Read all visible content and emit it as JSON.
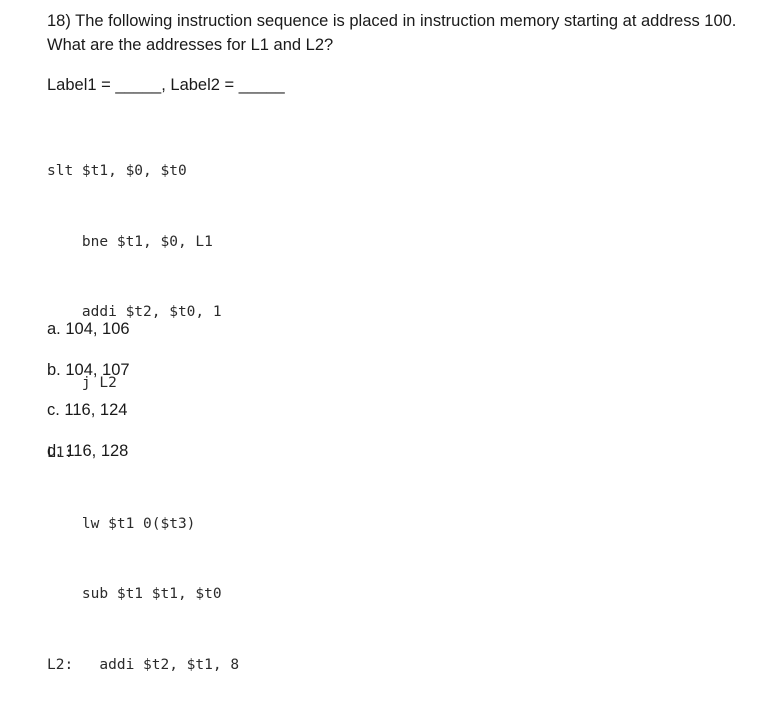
{
  "question": {
    "text": "18) The following instruction sequence is placed in instruction memory starting at address 100. What are the addresses for L1 and L2?"
  },
  "answer_line": {
    "text": "Label1 = _____, Label2 = _____"
  },
  "code": {
    "lines": [
      "slt $t1, $0, $t0",
      "    bne $t1, $0, L1",
      "    addi $t2, $t0, 1",
      "    j L2",
      "L1:",
      "    lw $t1 0($t3)",
      "    sub $t1 $t1, $t0",
      "L2:   addi $t2, $t1, 8"
    ]
  },
  "options": [
    {
      "label": "a. 104, 106"
    },
    {
      "label": "b. 104, 107"
    },
    {
      "label": "c. 116, 124"
    },
    {
      "label": "d. 116, 128"
    }
  ]
}
